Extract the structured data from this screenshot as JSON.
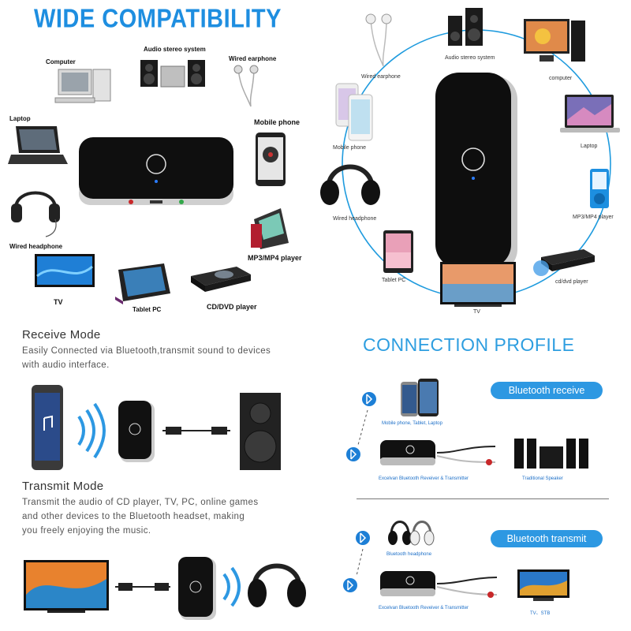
{
  "top_left": {
    "title": "WIDE COMPATIBILITY",
    "devices": {
      "computer": "Computer",
      "audio_system": "Audio stereo system",
      "wired_earphone": "Wired earphone",
      "laptop": "Laptop",
      "mobile_phone": "Mobile phone",
      "wired_headphone": "Wired headphone",
      "mp3": "MP3/MP4 player",
      "tv": "TV",
      "tablet": "Tablet PC",
      "cd_dvd": "CD/DVD player"
    }
  },
  "top_right": {
    "devices": {
      "audio_system": "Audio stereo system",
      "computer": "computer",
      "wired_earphone": "Wired earphone",
      "mobile_phone": "Mobile phone",
      "laptop": "Laptop",
      "mp3": "MP3/MP4 player",
      "wired_headphone": "Wired headphone",
      "tablet": "Tablet PC",
      "cd_dvd": "cd/dvd player",
      "tv": "TV"
    }
  },
  "receive_mode": {
    "title": "Receive Mode",
    "lines": [
      "Easily Connected via Bluetooth,transmit sound to devices",
      "with audio interface."
    ]
  },
  "transmit_mode": {
    "title": "Transmit Mode",
    "lines": [
      "Transmit the audio of CD player, TV, PC, online games",
      "and other devices to the Bluetooth headset, making",
      "you freely enjoying the music."
    ]
  },
  "connection_profile": {
    "title": "CONNECTION PROFILE",
    "receive_label": "Bluetooth receive",
    "transmit_label": "Bluetooth transmit",
    "receive_phone_caption": "Mobile phone, Tablet, Laptop",
    "receive_device_caption": "Excelvan Bluetooth Reveiver & Transmitter",
    "receive_speaker_caption": "Traditional Speaker",
    "transmit_headphone_caption": "Bluetooth headphone",
    "transmit_device_caption": "Excelvan Bluetooth Reveiver & Transmitter",
    "transmit_tv_caption": "TV、STB"
  },
  "colors": {
    "title_blue": "#1e8ee0",
    "pill_blue": "#2d98e2",
    "device_black": "#111111"
  }
}
